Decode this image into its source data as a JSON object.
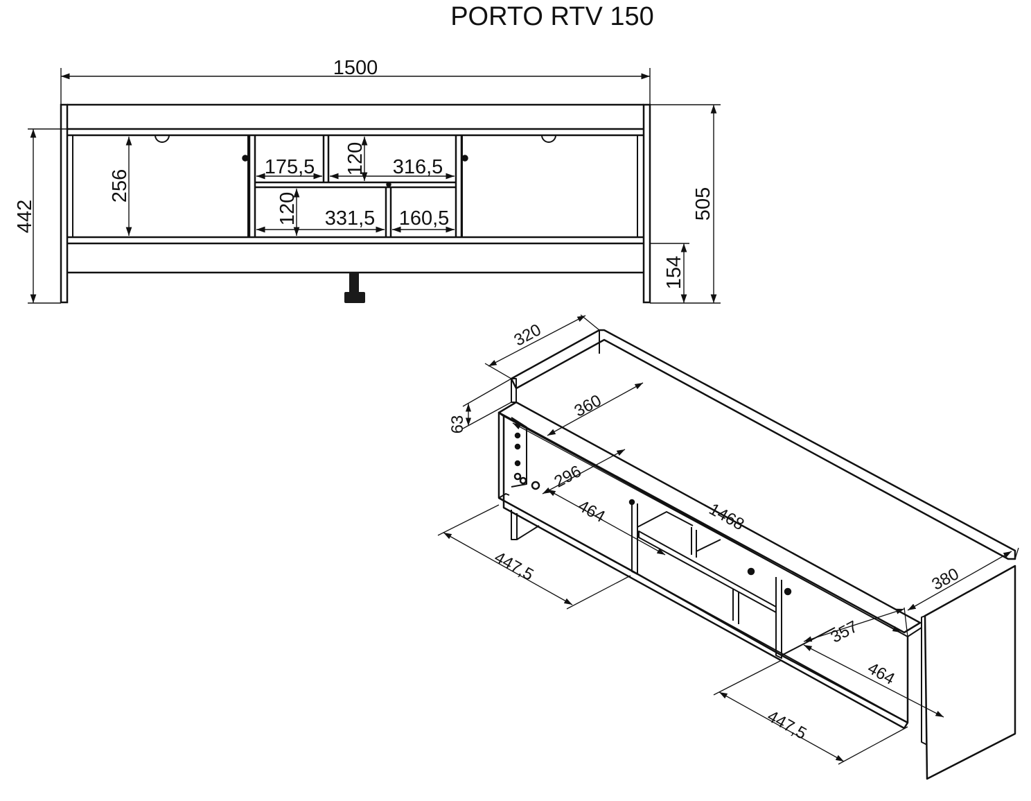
{
  "title": "PORTO RTV 150",
  "front_view": {
    "overall_width": "1500",
    "overall_height": "505",
    "leg_height": "442",
    "plinth_height": "154",
    "cabinet_inner_height": "256",
    "upper_left_width": "175,5",
    "upper_shelf_height": "120",
    "upper_right_width": "316,5",
    "lower_shelf_height": "120",
    "lower_left_width": "331,5",
    "lower_right_width": "160,5"
  },
  "iso_view": {
    "top_depth": "320",
    "top_thickness": "63",
    "inner_depth": "360",
    "inner_length": "1468",
    "shelf_depth": "296",
    "left_compartment_height": "464",
    "left_compartment_width": "447,5",
    "side_depth": "380",
    "right_compartment_depth": "357",
    "right_compartment_height": "464",
    "right_compartment_width": "447,5"
  },
  "colors": {
    "line": "#111111",
    "background": "#ffffff"
  }
}
